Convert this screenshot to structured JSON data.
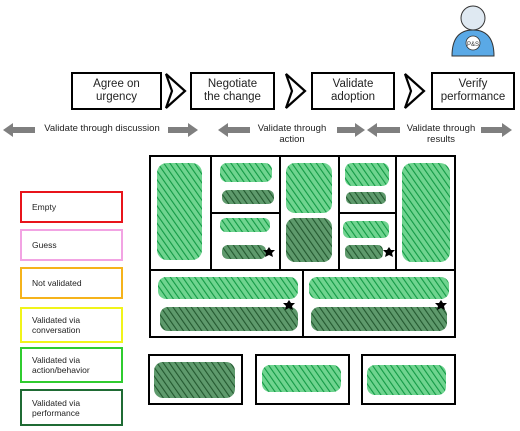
{
  "process_steps": [
    {
      "label": "Agree on\nurgency"
    },
    {
      "label": "Negotiate\nthe change"
    },
    {
      "label": "Validate\nadoption"
    },
    {
      "label": "Verify\nperformance"
    }
  ],
  "validation_labels": [
    {
      "text": "Validate through discussion"
    },
    {
      "text": "Validate through\naction"
    },
    {
      "text": "Validate through\nresults"
    }
  ],
  "legend": [
    {
      "label": "Empty",
      "color": "#e8141b"
    },
    {
      "label": "Guess",
      "color": "#f2a3e3"
    },
    {
      "label": "Not validated",
      "color": "#f5b31b"
    },
    {
      "label": "Validated via\nconversation",
      "color": "#f1f41a"
    },
    {
      "label": "Validated via\naction/behavior",
      "color": "#2fcc2f"
    },
    {
      "label": "Validated via\nperformance",
      "color": "#1f6b34"
    }
  ],
  "colors": {
    "light_green": "#22b85a",
    "dark_green": "#2e6b3c",
    "arrow_gray": "#7f7f7f",
    "avatar_blue": "#5aa9e6"
  },
  "icons": [
    "person-avatar-icon",
    "star-marker-icon"
  ]
}
